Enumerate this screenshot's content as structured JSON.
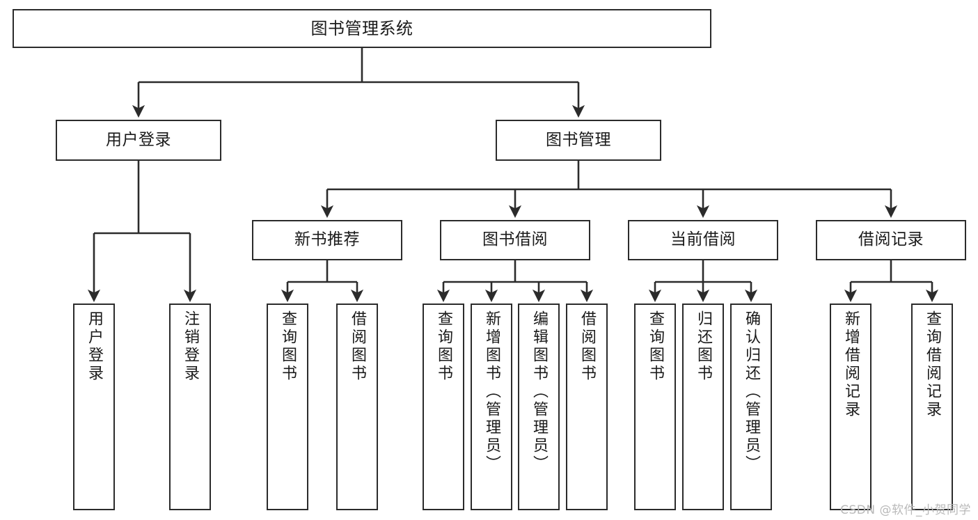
{
  "diagram": {
    "title": "图书管理系统",
    "type": "tree-hierarchy",
    "watermark": "CSDN @软件_小贺同学",
    "colors": {
      "stroke": "#2b2b2b",
      "fill": "#ffffff",
      "text": "#1a1a1a",
      "watermark": "#b9b9b9"
    },
    "nodes": {
      "root": {
        "label": "图书管理系统"
      },
      "level2": [
        {
          "id": "user-login",
          "label": "用户登录"
        },
        {
          "id": "book-manage",
          "label": "图书管理"
        }
      ],
      "level3": [
        {
          "id": "new-book-recommend",
          "label": "新书推荐"
        },
        {
          "id": "book-borrow",
          "label": "图书借阅"
        },
        {
          "id": "current-borrow",
          "label": "当前借阅"
        },
        {
          "id": "borrow-record",
          "label": "借阅记录"
        }
      ],
      "leaves": {
        "user-login": [
          {
            "id": "leaf-user-login",
            "label": "用户登录"
          },
          {
            "id": "leaf-logout-login",
            "label": "注销登录"
          }
        ],
        "new-book-recommend": [
          {
            "id": "leaf-query-book-1",
            "label": "查询图书"
          },
          {
            "id": "leaf-borrow-book-1",
            "label": "借阅图书"
          }
        ],
        "book-borrow": [
          {
            "id": "leaf-query-book-2",
            "label": "查询图书"
          },
          {
            "id": "leaf-add-book",
            "label": "新增图书（管理员）"
          },
          {
            "id": "leaf-edit-book",
            "label": "编辑图书（管理员）"
          },
          {
            "id": "leaf-borrow-book-2",
            "label": "借阅图书"
          }
        ],
        "current-borrow": [
          {
            "id": "leaf-query-book-3",
            "label": "查询图书"
          },
          {
            "id": "leaf-return-book",
            "label": "归还图书"
          },
          {
            "id": "leaf-confirm-return",
            "label": "确认归还（管理员）"
          }
        ],
        "borrow-record": [
          {
            "id": "leaf-add-record",
            "label": "新增借阅记录"
          },
          {
            "id": "leaf-query-record",
            "label": "查询借阅记录"
          }
        ]
      }
    }
  }
}
